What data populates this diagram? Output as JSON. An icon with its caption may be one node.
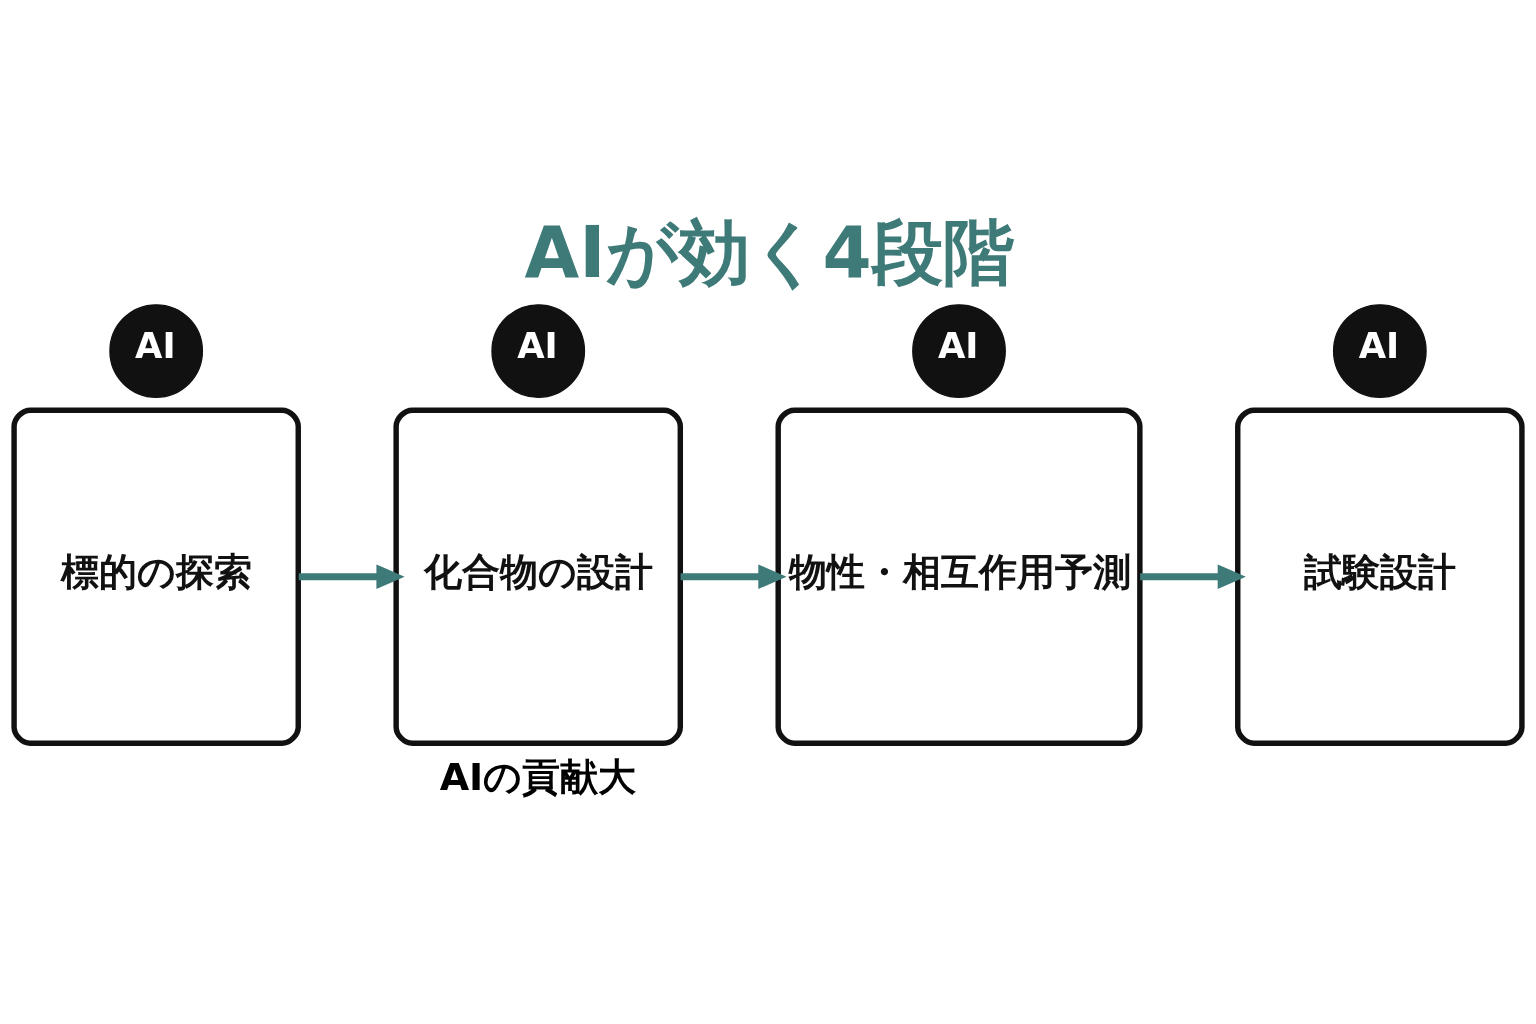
{
  "diagram": {
    "title": "AIが効く4段階",
    "nodes": [
      {
        "text": [
          "標的の探索"
        ]
      },
      {
        "text": [
          "AI"
        ]
      },
      {
        "text": [
          "化合物の設計"
        ]
      },
      {
        "text": [
          "AI"
        ]
      },
      {
        "text": [
          "物性・相互作用予測"
        ]
      },
      {
        "text": [
          "AI"
        ]
      },
      {
        "text": [
          "試験設計"
        ]
      },
      {
        "text": [
          "AI"
        ]
      }
    ],
    "edges": [
      {
        "from": 0,
        "to": 2,
        "arrow": "to"
      },
      {
        "from": 2,
        "to": 4,
        "arrow": "to"
      },
      {
        "from": 4,
        "to": 6,
        "arrow": "to"
      }
    ],
    "labels": [
      "AIの貢献大"
    ]
  }
}
